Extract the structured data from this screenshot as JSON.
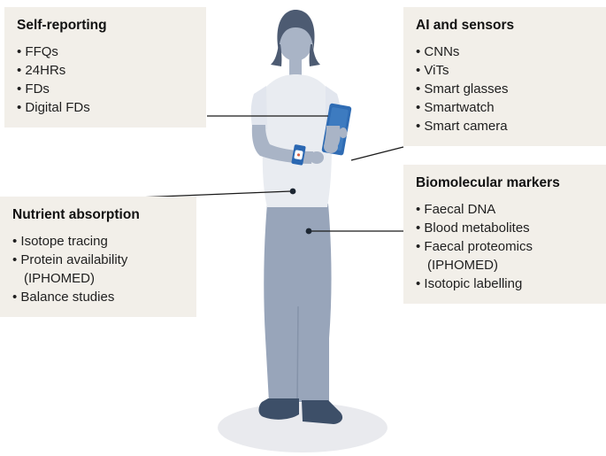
{
  "panels": {
    "self_reporting": {
      "title": "Self-reporting",
      "items": [
        "FFQs",
        "24HRs",
        "FDs",
        "Digital FDs"
      ]
    },
    "ai_sensors": {
      "title": "AI and sensors",
      "items": [
        "CNNs",
        "ViTs",
        "Smart glasses",
        "Smartwatch",
        "Smart camera"
      ]
    },
    "nutrient_absorption": {
      "title": "Nutrient absorption",
      "items": [
        "Isotope tracing",
        "Protein availability (IPHOMED)",
        "Balance studies"
      ]
    },
    "biomolecular_markers": {
      "title": "Biomolecular markers",
      "items": [
        "Faecal DNA",
        "Blood metabolites",
        "Faecal proteomics (IPHOMED)",
        "Isotopic labelling"
      ]
    }
  },
  "colors": {
    "panel_background": "#f2efe9",
    "text": "#1a1a1a",
    "connector_line": "#1a1a1a",
    "marker_dot": "#1d2733",
    "phone_blue": "#2f6cb4",
    "watch_blue": "#2a67b2",
    "figure_skin": "#a9b4c6",
    "figure_hair": "#4d5b72",
    "figure_shirt": "#e9ecf1",
    "figure_sleeve": "#e2e6ee",
    "figure_pants": "#98a5ba",
    "figure_shoes": "#3d4f68",
    "shadow": "#e9eaee"
  }
}
